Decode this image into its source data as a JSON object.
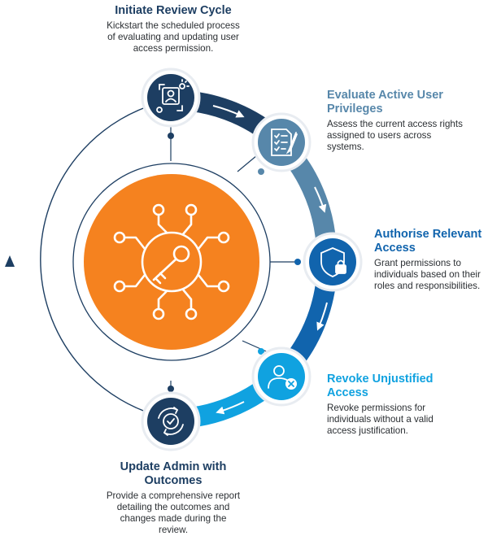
{
  "colors": {
    "navy": "#1d3e62",
    "steel": "#5787aa",
    "blue": "#1164ad",
    "sky": "#10a2e0",
    "orange": "#f5821f",
    "outline": "#2a4a6e"
  },
  "steps": [
    {
      "title": "Initiate Review Cycle",
      "description": "Kickstart the scheduled process of evaluating and updating user access permission.",
      "icon": "user-cycle-icon"
    },
    {
      "title": "Evaluate Active User Privileges",
      "description": "Assess the current access rights assigned to users across systems.",
      "icon": "checklist-document-icon"
    },
    {
      "title": "Authorise Relevant Access",
      "description": "Grant permissions to individuals based on their roles and responsibilities.",
      "icon": "shield-lock-icon"
    },
    {
      "title": "Revoke Unjustified Access",
      "description": "Revoke permissions for individuals without a valid access justification.",
      "icon": "user-remove-icon"
    },
    {
      "title": "Update Admin with Outcomes",
      "description": "Provide a comprehensive report detailing the outcomes and changes made during the review.",
      "icon": "refresh-check-icon"
    }
  ],
  "center_icon": "key-circuit-icon"
}
